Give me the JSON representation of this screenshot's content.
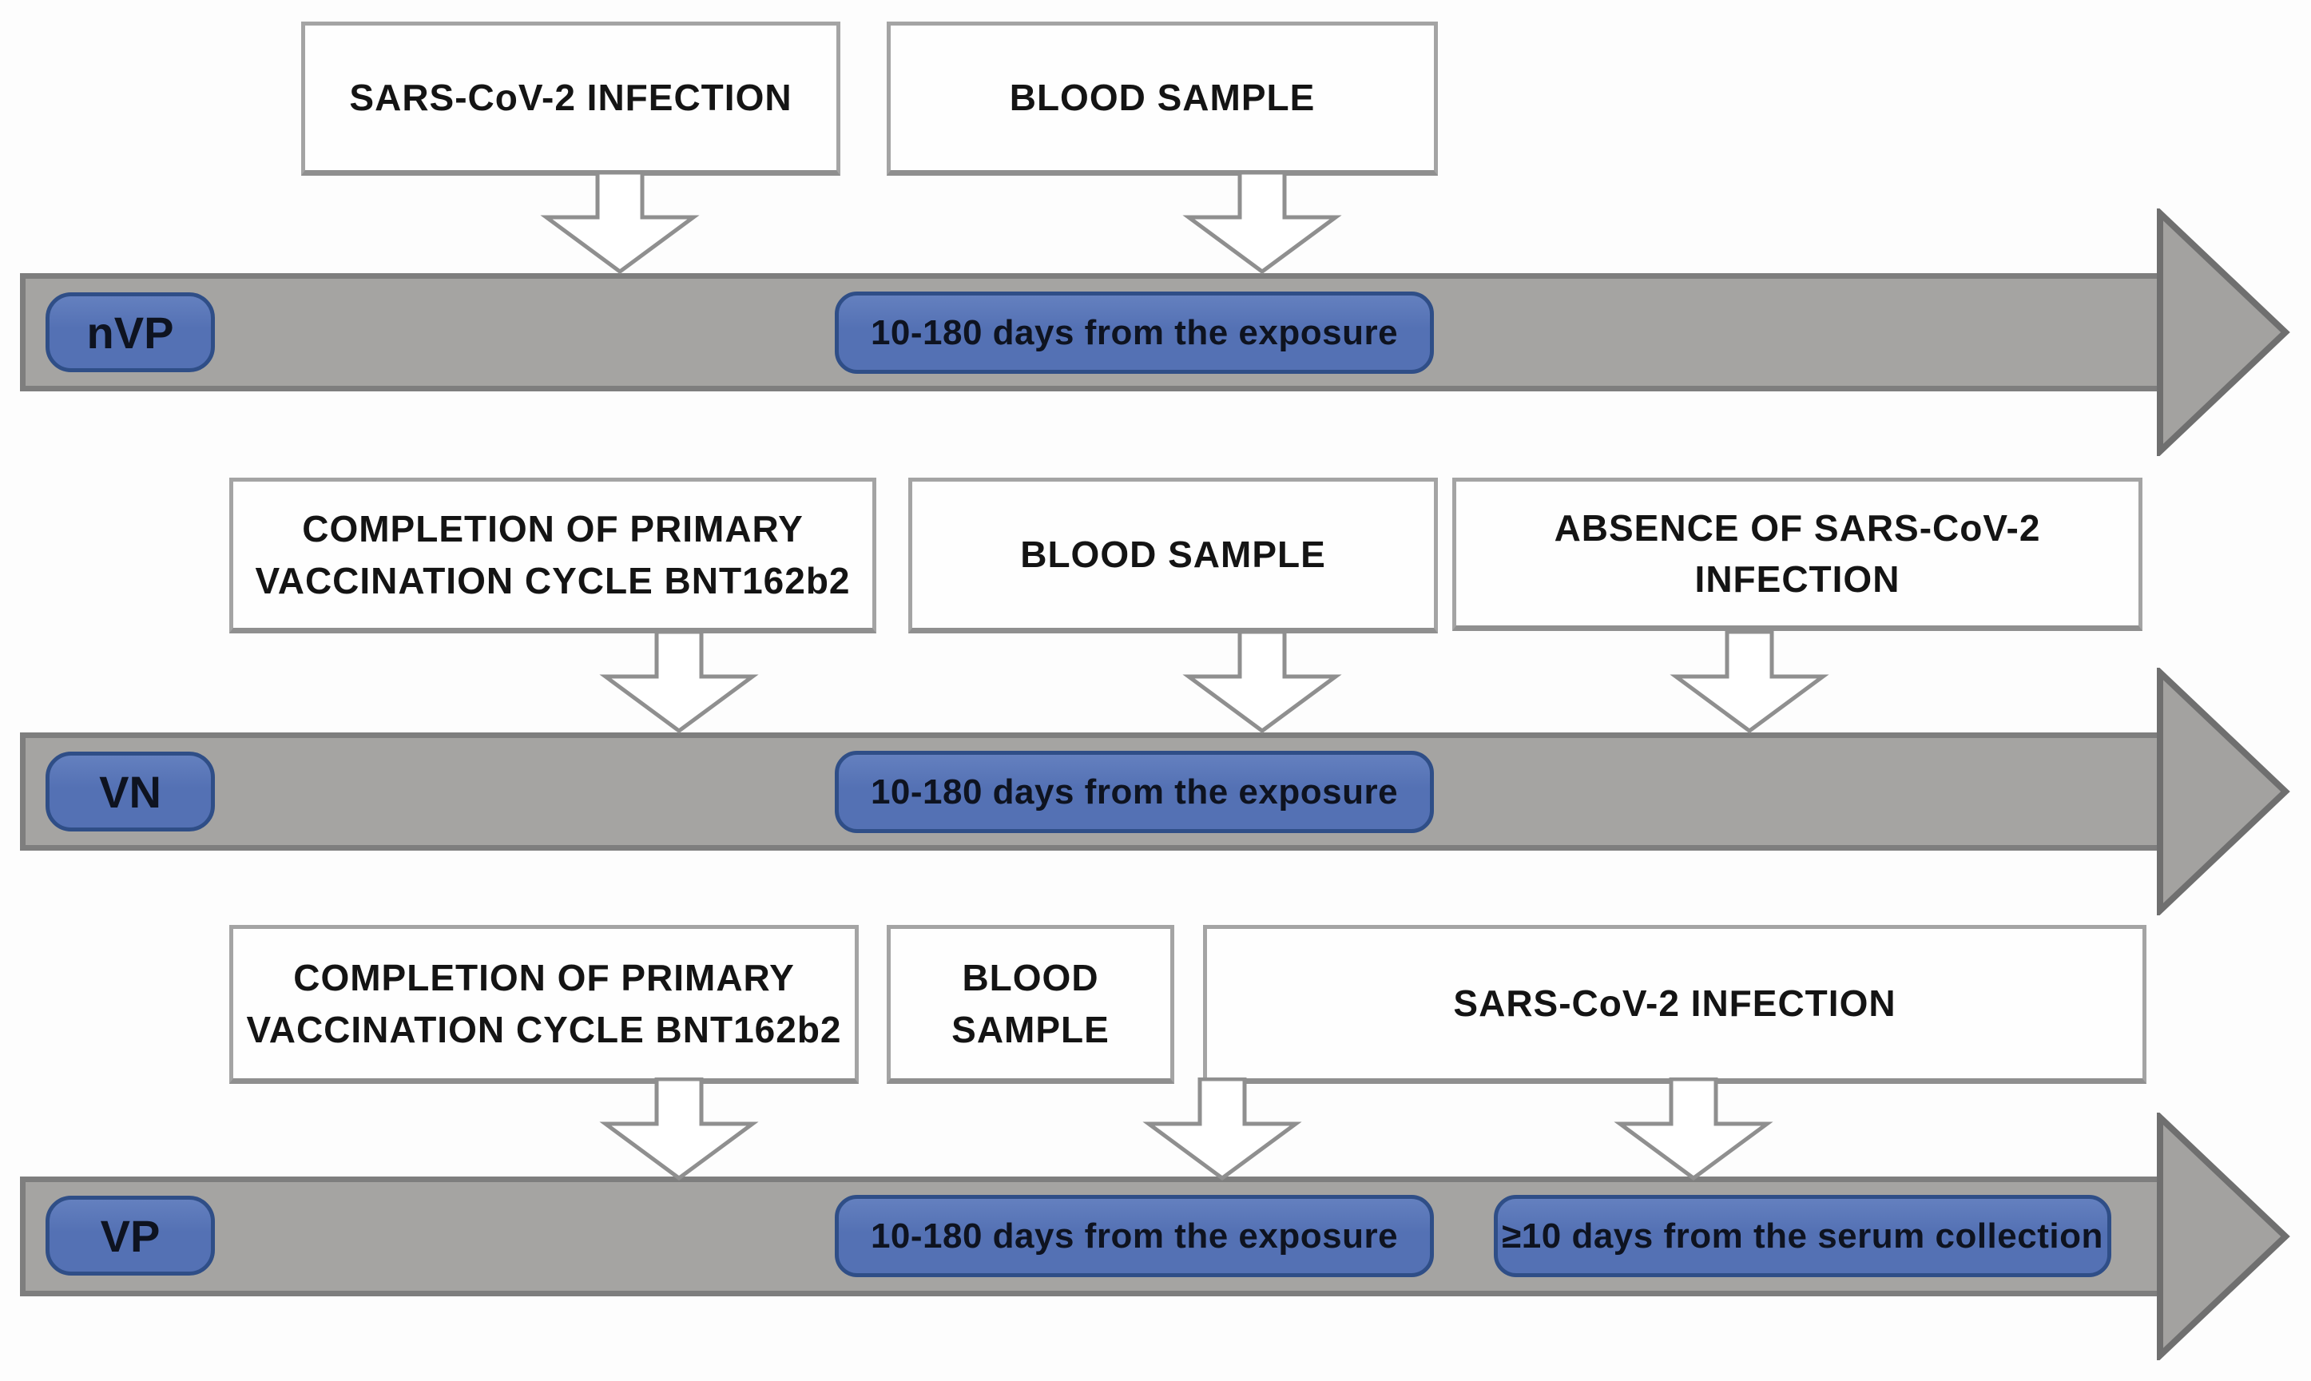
{
  "colors": {
    "bar_fill": "#a5a4a2",
    "bar_border": "#7e7e7e",
    "arrowhead_fill": "#a3a2a0",
    "arrowhead_border": "#6f6f6f",
    "badge_fill": "#5471b4",
    "badge_border": "#2f4e87",
    "box_fill": "#fefefe",
    "box_border": "#a4a4a4",
    "down_arrow_outline": "#8f8f8f",
    "text": "#141414"
  },
  "rows": [
    {
      "label": "nVP",
      "boxes": [
        {
          "text": "SARS-CoV-2 INFECTION"
        },
        {
          "text": "BLOOD SAMPLE"
        }
      ],
      "badges": [
        {
          "text": "10-180 days from the exposure"
        }
      ]
    },
    {
      "label": "VN",
      "boxes": [
        {
          "text": "COMPLETION OF PRIMARY VACCINATION CYCLE BNT162b2"
        },
        {
          "text": "BLOOD SAMPLE"
        },
        {
          "text": "ABSENCE OF SARS-CoV-2 INFECTION"
        }
      ],
      "badges": [
        {
          "text": "10-180 days from the exposure"
        }
      ]
    },
    {
      "label": "VP",
      "boxes": [
        {
          "text": "COMPLETION OF PRIMARY VACCINATION CYCLE BNT162b2"
        },
        {
          "text": "BLOOD SAMPLE"
        },
        {
          "text": "SARS-CoV-2 INFECTION"
        }
      ],
      "badges": [
        {
          "text": "10-180 days from the exposure"
        },
        {
          "text": "≥10 days from the serum collection"
        }
      ]
    }
  ]
}
